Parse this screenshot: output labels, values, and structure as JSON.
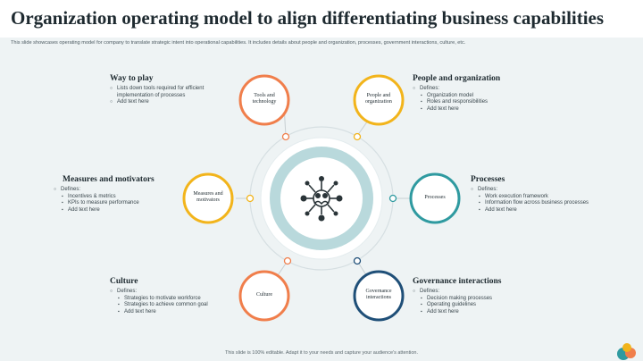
{
  "title": "Organization operating model to align differentiating business capabilities",
  "subtitle": "This slide showcases operating model for company to translate strategic intent into operational capabilities. It includes details about people and organization, processes, government interactions, culture, etc.",
  "footer": "This slide is 100% editable. Adapt it to your needs and capture your audience's attention.",
  "colors": {
    "orange": "#f07e4b",
    "yellow": "#f2b41b",
    "teal": "#2f9aa0",
    "navy": "#1f4f78",
    "hub_ring": "#b9d9dc",
    "hub_center": "#ffffff"
  },
  "hub": {
    "icon": "people-network-icon"
  },
  "nodes": {
    "tools": {
      "label": "Tools and technology"
    },
    "people": {
      "label": "People and organization"
    },
    "measures": {
      "label": "Measures and motivators"
    },
    "processes": {
      "label": "Processes"
    },
    "culture": {
      "label": "Culture"
    },
    "governance": {
      "label": "Governance interactions"
    }
  },
  "blocks": {
    "way_to_play": {
      "heading": "Way to play",
      "items": [
        "Lists down tools required for efficient implementation of processes",
        "Add text here"
      ]
    },
    "people": {
      "heading": "People and organization",
      "defines": "Defines:",
      "items": [
        "Organization model",
        "Roles and responsibilities",
        "Add text here"
      ]
    },
    "measures": {
      "heading": "Measures and motivators",
      "defines": "Defines:",
      "items": [
        "Incentives & metrics",
        "KPIs to measure performance",
        "Add text here"
      ]
    },
    "processes": {
      "heading": "Processes",
      "defines": "Defines:",
      "items": [
        "Work execution framework",
        "Information flow across business processes",
        "Add text here"
      ]
    },
    "culture": {
      "heading": "Culture",
      "defines": "Defines:",
      "items": [
        "Strategies to motivate workforce",
        "Strategies to achieve common goal",
        "Add text here"
      ]
    },
    "governance": {
      "heading": "Governance interactions",
      "defines": "Defines:",
      "items": [
        "Decision making processes",
        "Operating guidelines",
        "Add text here"
      ]
    }
  }
}
